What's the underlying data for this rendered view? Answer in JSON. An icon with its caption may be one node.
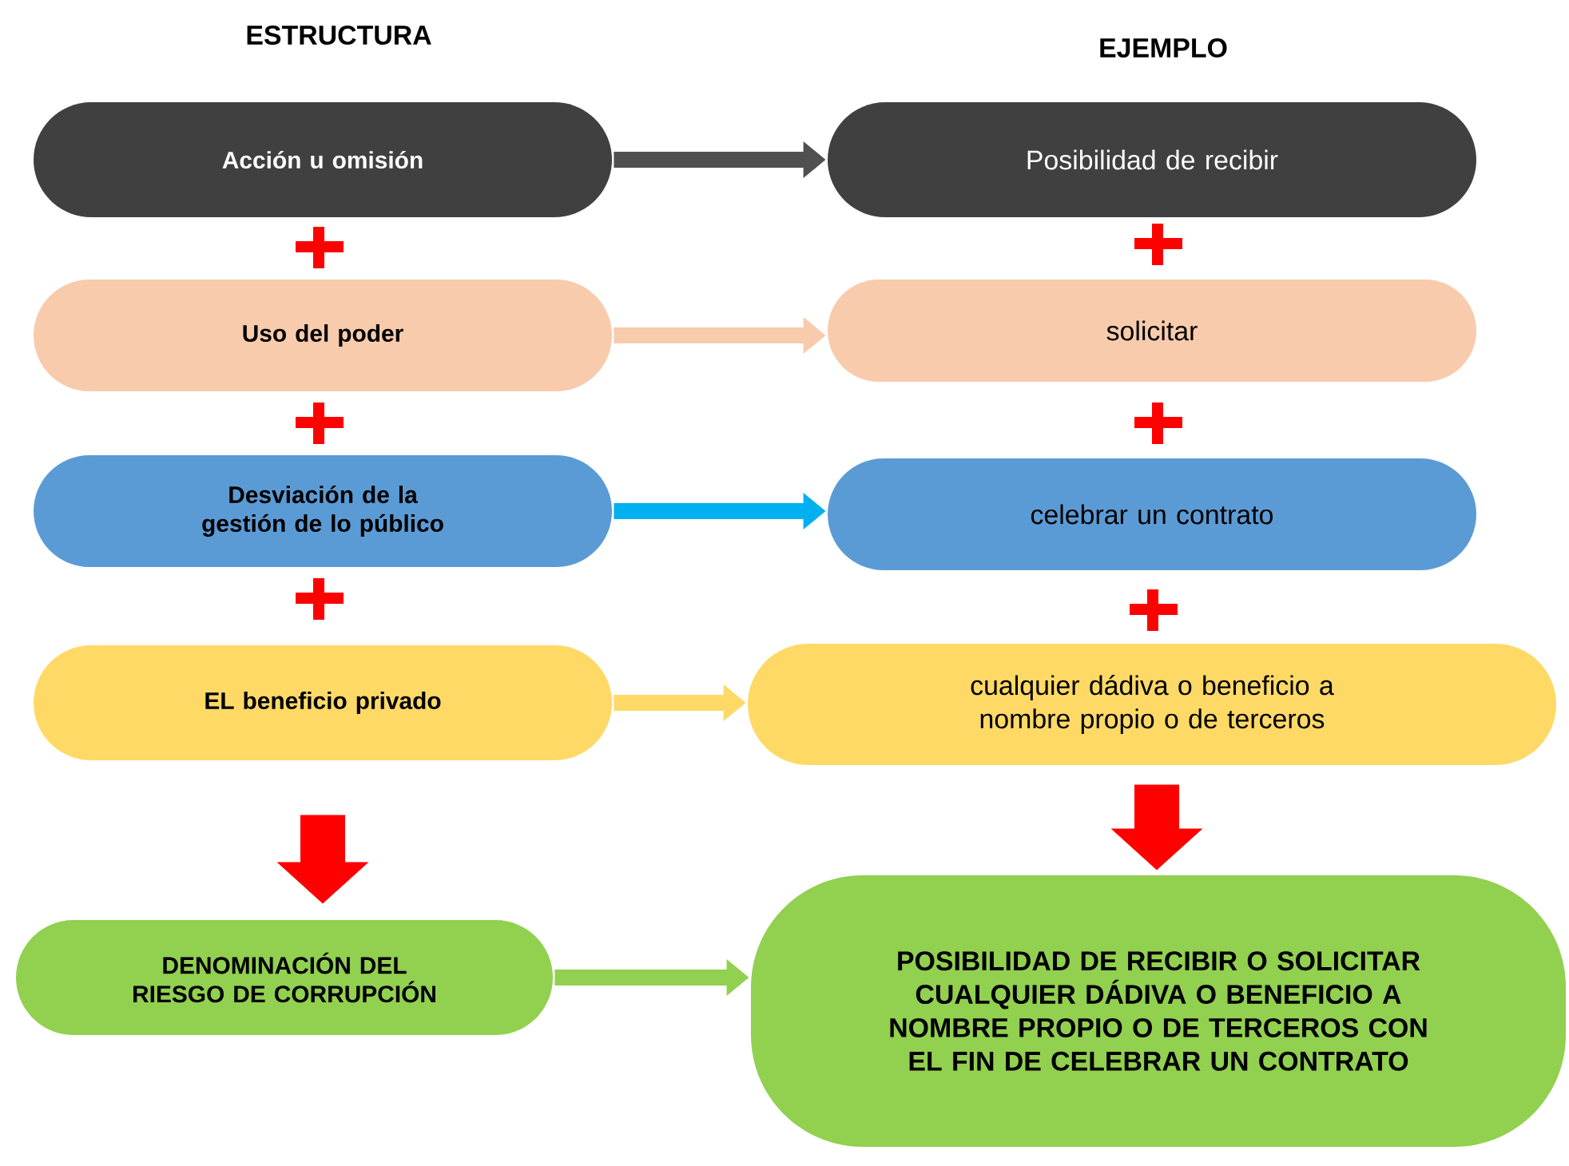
{
  "diagram": {
    "nodes": [
      {
        "text": [
          "Acción u omisión"
        ]
      },
      {
        "text": [
          "Uso del poder"
        ]
      },
      {
        "text": [
          "Desviación de la gestión de lo público"
        ]
      },
      {
        "text": [
          "EL beneficio privado"
        ]
      },
      {
        "text": [
          "DENOMINACIÓN DEL RIESGO DE CORRUPCIÓN"
        ]
      },
      {
        "text": [
          "Posibilidad de recibir"
        ]
      },
      {
        "text": [
          "solicitar"
        ]
      },
      {
        "text": [
          "celebrar un contrato"
        ]
      },
      {
        "text": [
          "cualquier dádiva o beneficio a nombre propio o de terceros"
        ]
      },
      {
        "text": [
          "POSIBILIDAD DE RECIBIR O SOLICITAR CUALQUIER DÁDIVA O BENEFICIO A NOMBRE PROPIO O DE TERCEROS CON EL FIN DE CELEBRAR UN CONTRATO"
        ]
      }
    ],
    "edges": [
      {
        "from": 0,
        "to": 5,
        "arrow": "to",
        "color": "#505050"
      },
      {
        "from": 1,
        "to": 6,
        "arrow": "to",
        "color": "#f8cbad"
      },
      {
        "from": 2,
        "to": 7,
        "arrow": "to",
        "color": "#00b0f0"
      },
      {
        "from": 3,
        "to": 8,
        "arrow": "to",
        "color": "#ffd966"
      },
      {
        "from": 4,
        "to": 9,
        "arrow": "to",
        "color": "#92d050"
      },
      {
        "from": 3,
        "to": 4,
        "arrow": "to",
        "style": "thick",
        "color": "#ff0000"
      },
      {
        "from": 8,
        "to": 9,
        "arrow": "to",
        "style": "thick",
        "color": "#ff0000"
      }
    ],
    "labels": [
      "ESTRUCTURA",
      "EJEMPLO"
    ]
  }
}
